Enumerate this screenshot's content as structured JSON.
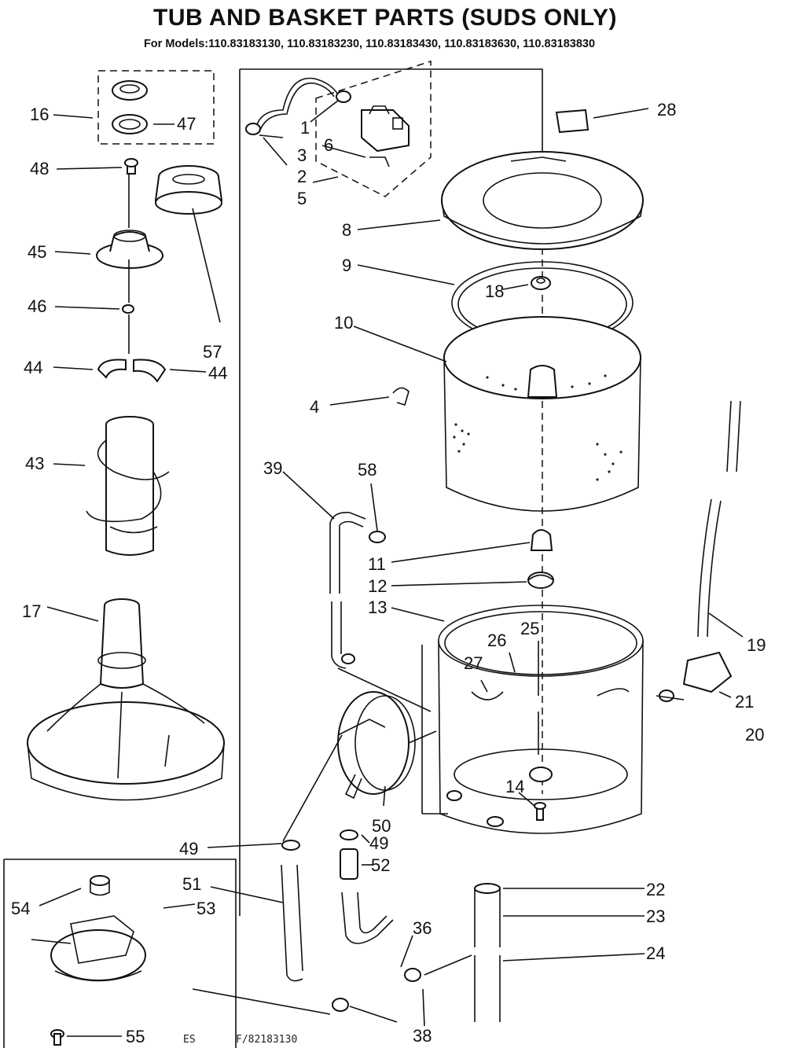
{
  "title": "TUB AND BASKET PARTS (SUDS ONLY)",
  "models_line": "For Models:110.83183130, 110.83183230, 110.83183430, 110.83183630, 110.83183830",
  "footer": {
    "left": "ES",
    "code": "F/82183130"
  },
  "callouts": {
    "c1": "1",
    "c2": "2",
    "c3": "3",
    "c4": "4",
    "c5": "5",
    "c6": "6",
    "c8": "8",
    "c9": "9",
    "c10": "10",
    "c11": "11",
    "c12": "12",
    "c13": "13",
    "c14": "14",
    "c16": "16",
    "c17": "17",
    "c18": "18",
    "c19": "19",
    "c20": "20",
    "c21": "21",
    "c22": "22",
    "c23": "23",
    "c24": "24",
    "c25": "25",
    "c26": "26",
    "c27": "27",
    "c28": "28",
    "c36": "36",
    "c38": "38",
    "c39": "39",
    "c43": "43",
    "c44a": "44",
    "c44b": "44",
    "c45": "45",
    "c46": "46",
    "c47": "47",
    "c48": "48",
    "c49a": "49",
    "c49b": "49",
    "c50": "50",
    "c51": "51",
    "c52": "52",
    "c53": "53",
    "c54": "54",
    "c55": "55",
    "c57": "57",
    "c58": "58"
  }
}
